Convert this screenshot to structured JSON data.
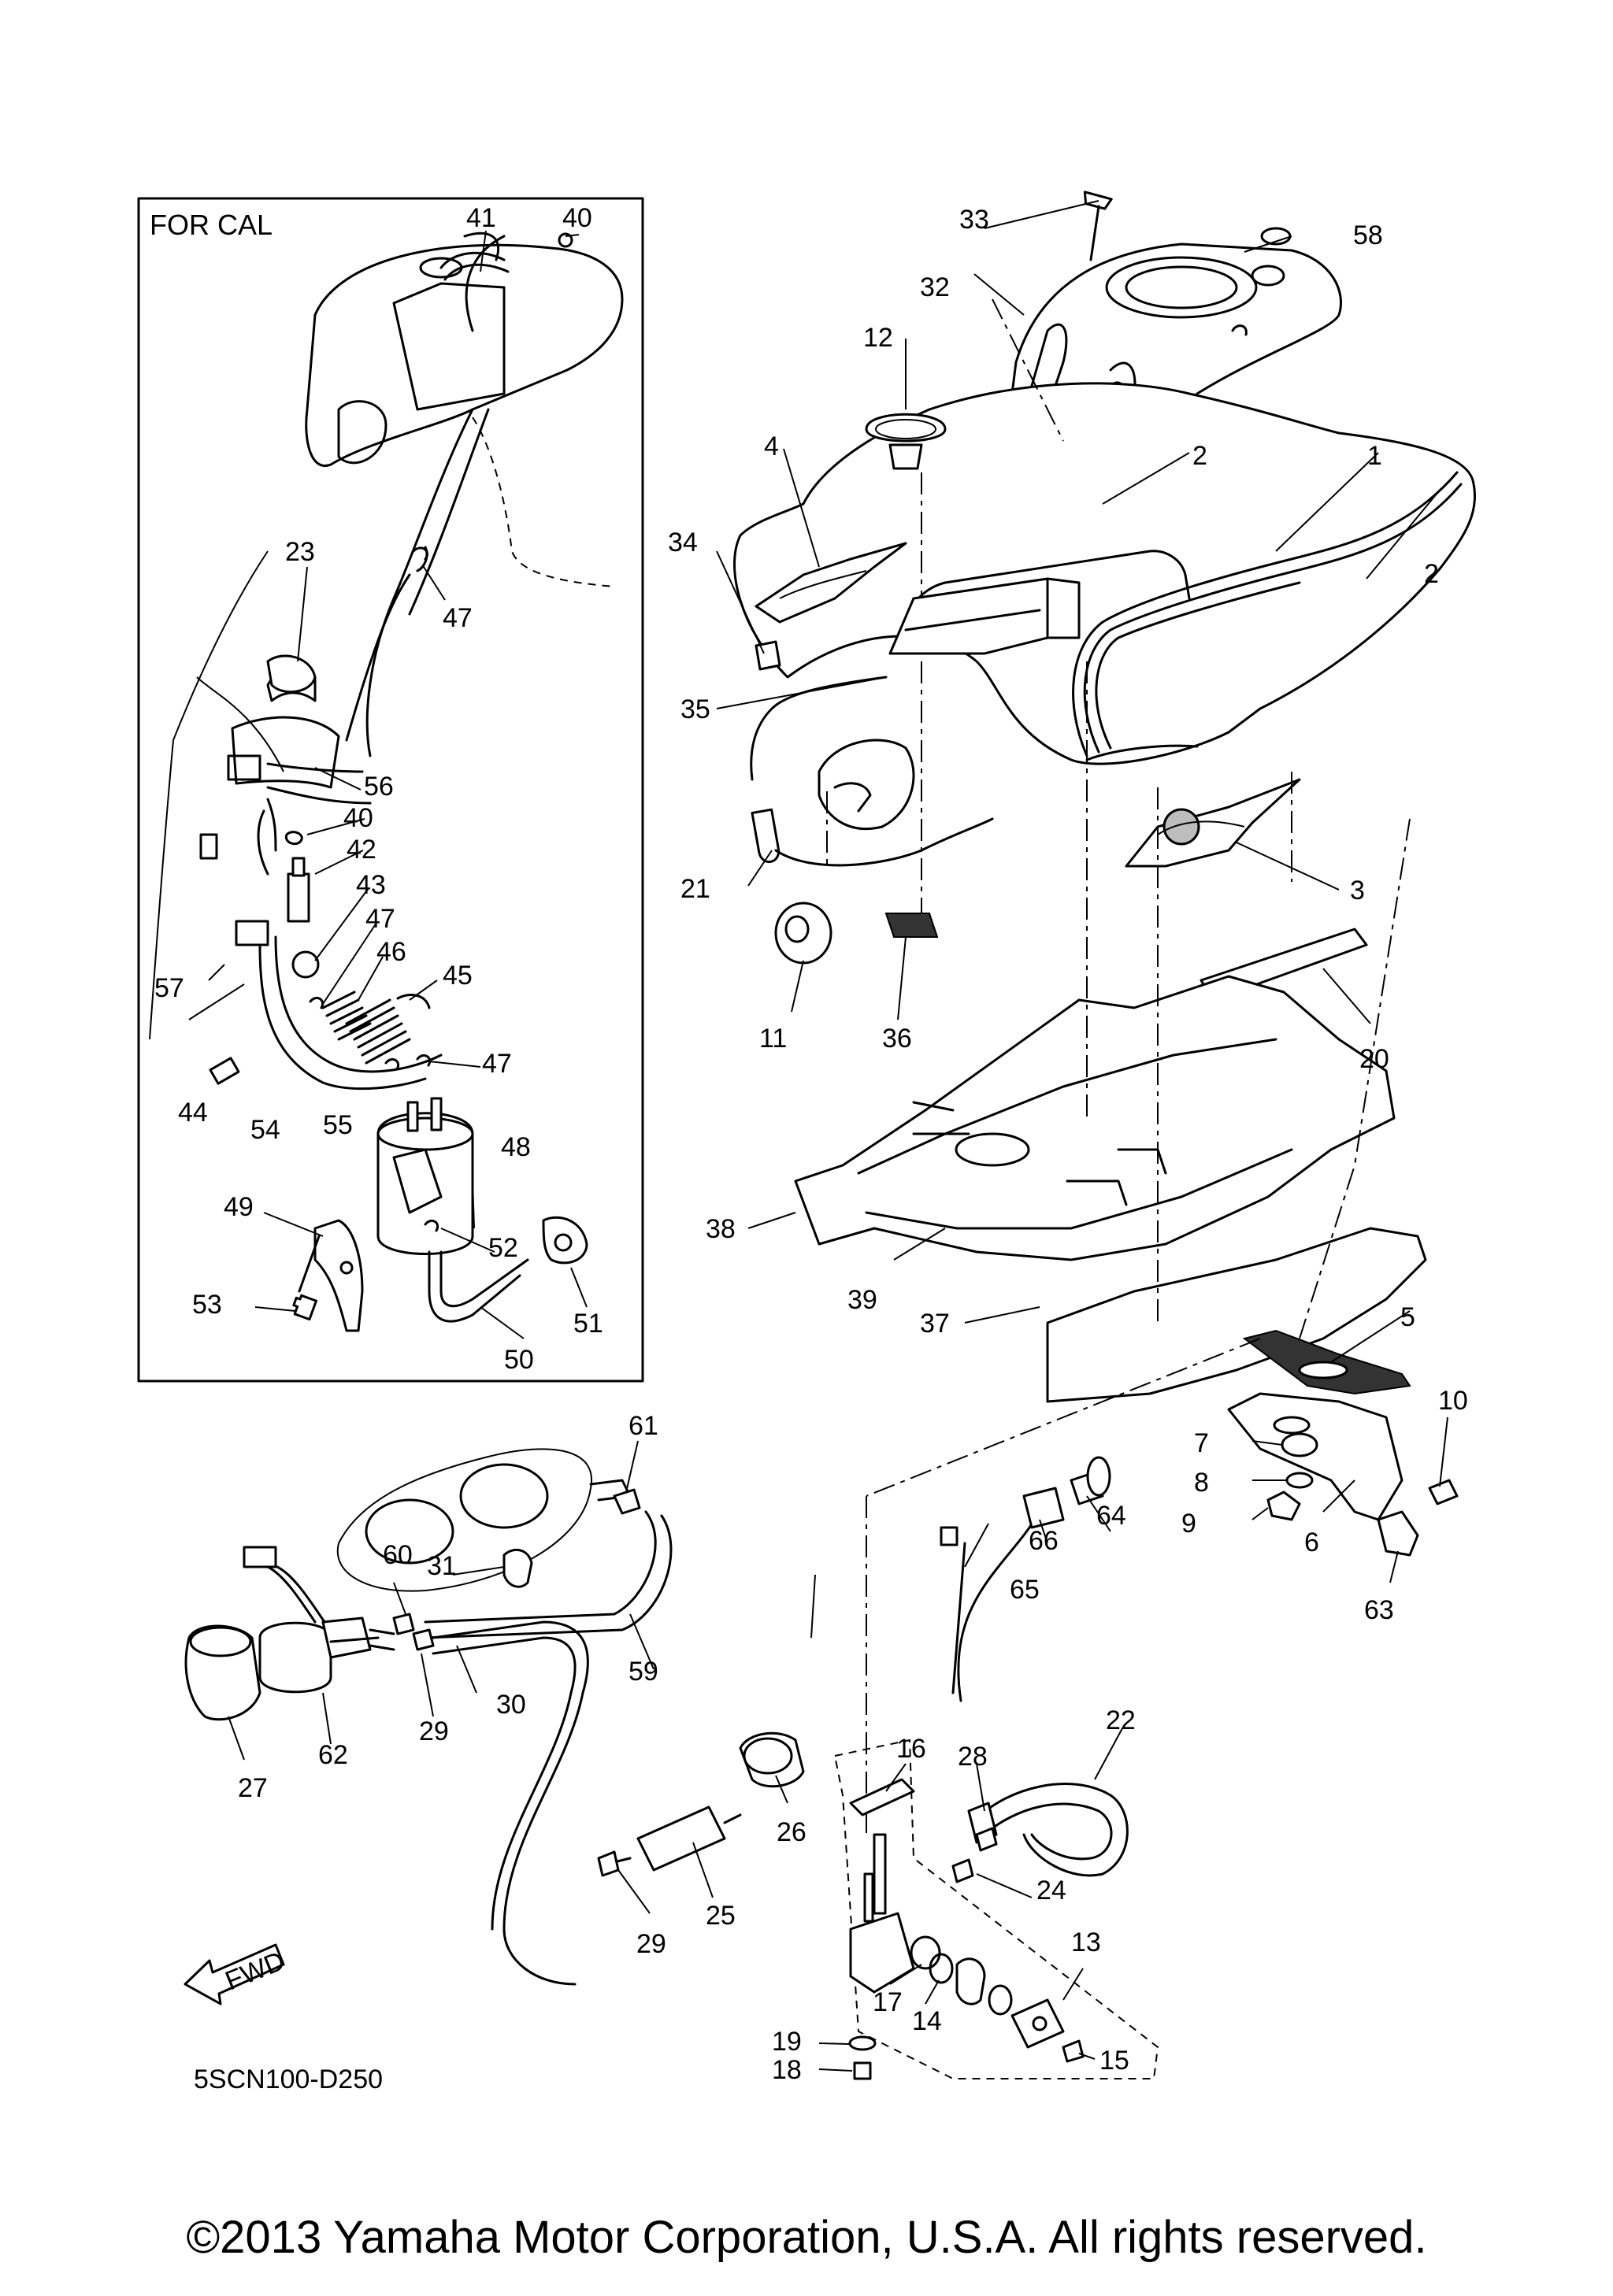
{
  "inset": {
    "title": "FOR CAL"
  },
  "diagram_code": "5SCN100-D250",
  "fwd_label": "FWD",
  "copyright": "©2013 Yamaha Motor Corporation, U.S.A. All rights reserved.",
  "callouts": {
    "c1": "1",
    "c2a": "2",
    "c2b": "2",
    "c3": "3",
    "c4": "4",
    "c5": "5",
    "c6": "6",
    "c7": "7",
    "c8": "8",
    "c9": "9",
    "c10": "10",
    "c11": "11",
    "c12": "12",
    "c13": "13",
    "c14": "14",
    "c15": "15",
    "c16": "16",
    "c17": "17",
    "c18": "18",
    "c19": "19",
    "c20": "20",
    "c21": "21",
    "c22": "22",
    "c23": "23",
    "c24": "24",
    "c25": "25",
    "c26": "26",
    "c27": "27",
    "c28": "28",
    "c29a": "29",
    "c29b": "29",
    "c30": "30",
    "c31": "31",
    "c32": "32",
    "c33": "33",
    "c34": "34",
    "c35": "35",
    "c36": "36",
    "c37": "37",
    "c38": "38",
    "c39": "39",
    "c40a": "40",
    "c40b": "40",
    "c41": "41",
    "c42": "42",
    "c43": "43",
    "c44": "44",
    "c45": "45",
    "c46": "46",
    "c47a": "47",
    "c47b": "47",
    "c47c": "47",
    "c48": "48",
    "c49": "49",
    "c50": "50",
    "c51": "51",
    "c52": "52",
    "c53": "53",
    "c54": "54",
    "c55": "55",
    "c56": "56",
    "c57": "57",
    "c58": "58",
    "c59": "59",
    "c60": "60",
    "c61": "61",
    "c62": "62",
    "c63": "63",
    "c64": "64",
    "c65": "65",
    "c66": "66"
  }
}
